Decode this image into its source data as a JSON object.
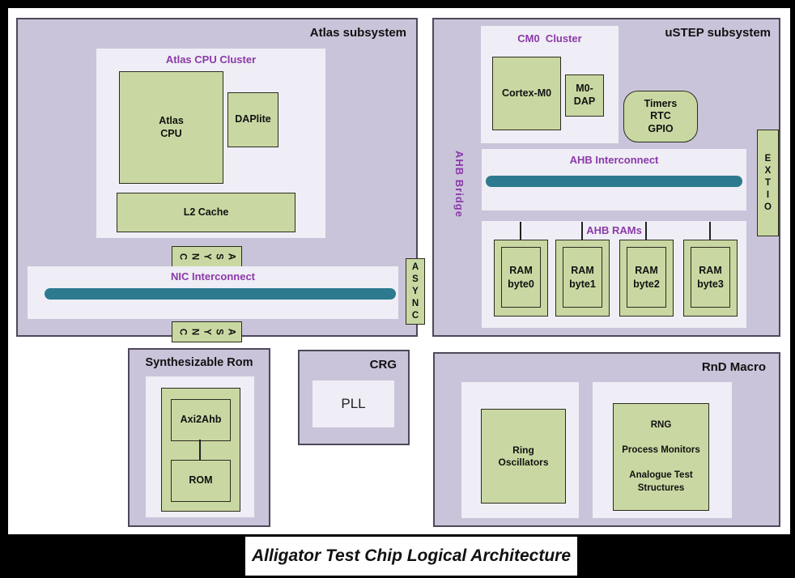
{
  "diagram_title": "Alligator Test Chip Logical Architecture",
  "colors": {
    "subsystem_fill": "#cac4da",
    "panel_fill": "#efedf5",
    "block_fill": "#c9d8a2",
    "bus_bar": "#2d7a8e",
    "heading_purple": "#8a3aa8",
    "frame": "#000000"
  },
  "atlas": {
    "title": "Atlas subsystem",
    "cpu_cluster": {
      "title": "Atlas CPU Cluster",
      "atlas_cpu": "Atlas\nCPU",
      "daplite": "DAPlite",
      "l2_cache": "L2 Cache"
    },
    "async_top": "ASYNC",
    "async_bottom": "ASYNC",
    "async_right": "ASYNC",
    "nic_interconnect_title": "NIC Interconnect"
  },
  "ustep": {
    "title": "uSTEP subsystem",
    "cm0_cluster": {
      "title": "CM0  Cluster",
      "cortex_m0": "Cortex-M0",
      "m0_dap": "M0-\nDAP"
    },
    "timers": "Timers\nRTC\nGPIO",
    "ahb_bridge": "AHB Bridge",
    "ahb_interconnect_title": "AHB Interconnect",
    "ahb_rams": {
      "title": "AHB RAMs",
      "rams": [
        "RAM\nbyte0",
        "RAM\nbyte1",
        "RAM\nbyte2",
        "RAM\nbyte3"
      ]
    },
    "ext_io": "EXTIO"
  },
  "synth_rom": {
    "title": "Synthesizable Rom",
    "axi2ahb": "Axi2Ahb",
    "rom": "ROM"
  },
  "crg": {
    "title": "CRG",
    "pll": "PLL"
  },
  "rnd_macro": {
    "title": "RnD Macro",
    "ring_oscillators": "Ring\nOscillators",
    "rng_block": "RNG\n\nProcess Monitors\n\nAnalogue Test\nStructures"
  }
}
